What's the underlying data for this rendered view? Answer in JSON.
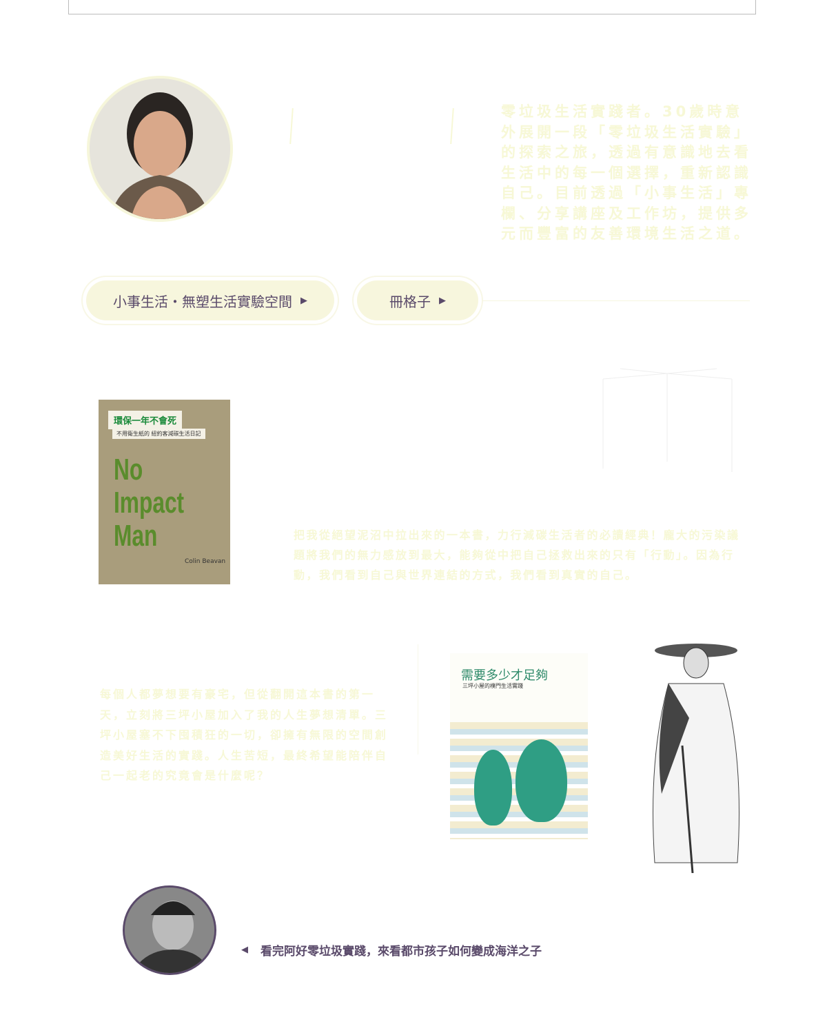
{
  "profile": {
    "bio": "零垃圾生活實踐者。30歲時意外展開一段「零垃圾生活實驗」的探索之旅，透過有意識地去看生活中的每一個選擇，重新認識自己。目前透過「小事生活」專欄、分享講座及工作坊，提供多元而豐富的友善環境生活之道。"
  },
  "buttons": [
    {
      "label": "小事生活・無塑生活實驗空間",
      "icon": "triangle-right-icon"
    },
    {
      "label": "冊格子",
      "icon": "triangle-right-icon"
    }
  ],
  "books": [
    {
      "cover_title": "環保一年不會死",
      "cover_subtitle": "不用衛生紙的 紐約客減碳生活日記",
      "cover_big": "No Impact Man",
      "cover_author": "Colin Beavan",
      "description": "把我從絕望泥沼中拉出來的一本書，力行減碳生活者的必讀經典！龐大的污染議題將我們的無力感放到最大，能夠從中把自己拯救出來的只有「行動」。因為行動，我們看到自己與世界連結的方式，我們看到真實的自己。"
    },
    {
      "cover_title": "需要多少才足夠",
      "cover_subtitle": "三坪小屋的樸門生活實踐",
      "description": "每個人都夢想要有豪宅，但從翻開這本書的第一天，立刻將三坪小屋加入了我的人生夢想清單。三坪小屋塞不下囤積狂的一切，卻擁有無限的空間創造美好生活的實踐。人生苦短，最終希望能陪伴自己一起老的究竟會是什麼呢？"
    }
  ],
  "footer_link": {
    "label": "看完阿好零垃圾實踐，來看都市孩子如何變成海洋之子",
    "icon": "triangle-left-icon"
  },
  "colors": {
    "faint_text": "#f7f8d6",
    "button_bg": "#f7f6dd",
    "accent": "#5a4a6a"
  }
}
